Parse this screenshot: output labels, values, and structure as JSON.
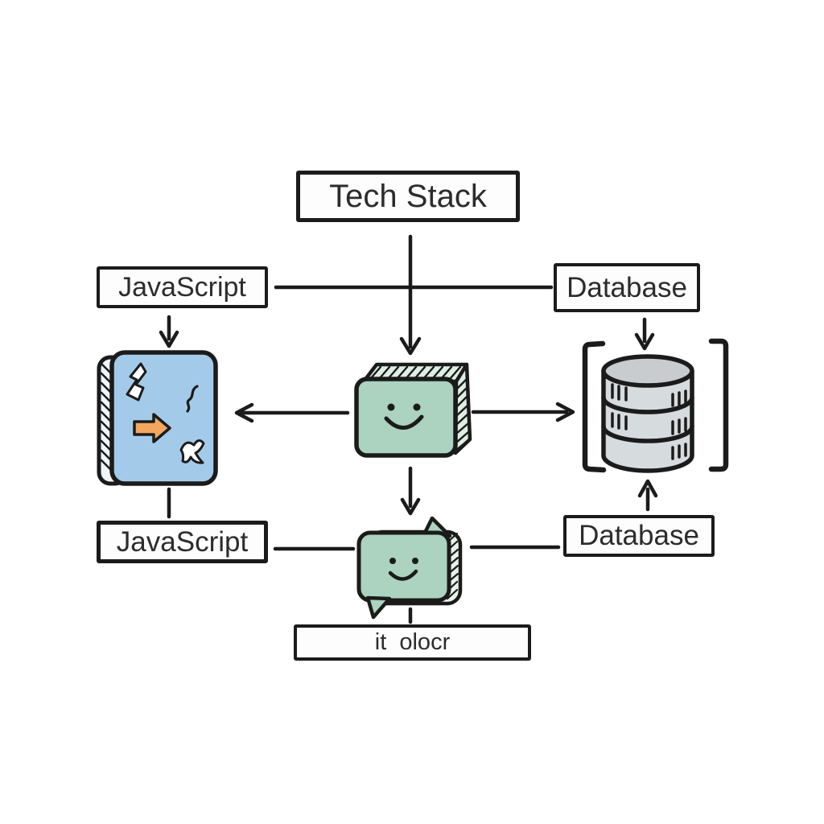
{
  "canvas": {
    "background": "#ffffff",
    "line_color": "#1b1b1b",
    "text_color": "#2c2c2c"
  },
  "nodes": {
    "title": {
      "label": "Tech Stack"
    },
    "js_top": {
      "label": "JavaScript"
    },
    "db_top": {
      "label": "Database"
    },
    "js_bottom": {
      "label": "JavaScript"
    },
    "db_bottom": {
      "label": "Database"
    },
    "caption": {
      "label": "it  olocr"
    }
  },
  "icons": {
    "script_panel": {
      "name": "script-panel-icon",
      "fill": "#a4cae9",
      "spine_fill": "#eef5fb",
      "arrow_fill": "#f4a75e",
      "glyph_fill": "#ffffff"
    },
    "app_cube": {
      "name": "app-cube-icon",
      "fill": "#abd3bf",
      "side_fill": "#ddeee3"
    },
    "database_cylinder": {
      "name": "database-cylinder-icon",
      "fill": "#d6dbde",
      "top_fill": "#c8ccce"
    },
    "chat_bubble": {
      "name": "chat-bubble-icon",
      "fill": "#abd3bf",
      "side_fill": "#e6f2ea"
    }
  }
}
